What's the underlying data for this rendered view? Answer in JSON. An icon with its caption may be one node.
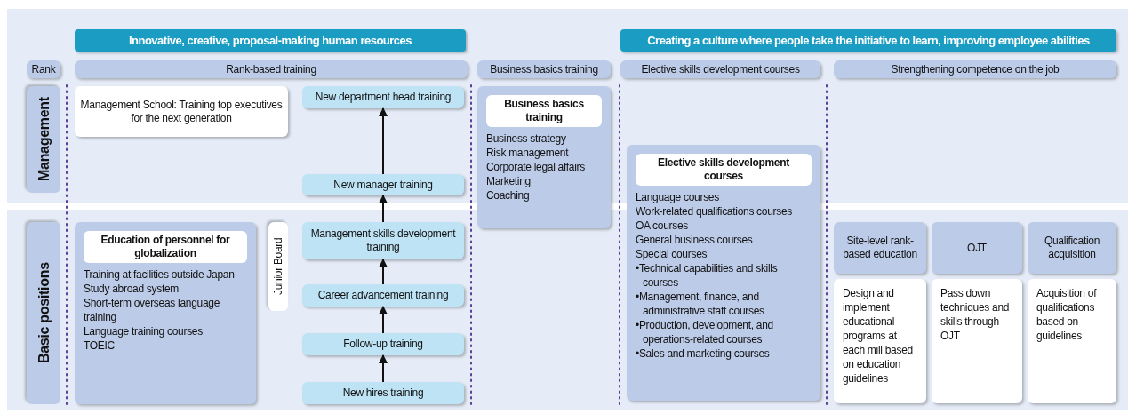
{
  "diagram": {
    "nodes": [
      {
        "text": [
          "Innovative, creative, proposal-making human resources"
        ]
      },
      {
        "text": [
          "Creating a culture where people take the initiative to learn, improving employee abilities"
        ]
      },
      {
        "text": [
          "Rank"
        ]
      },
      {
        "text": [
          "Rank-based training"
        ]
      },
      {
        "text": [
          "Business basics training"
        ]
      },
      {
        "text": [
          "Elective skills development courses"
        ]
      },
      {
        "text": [
          "Strengthening competence on the job"
        ]
      },
      {
        "text": [
          "Management"
        ]
      },
      {
        "text": [
          "Basic positions"
        ]
      },
      {
        "text": [
          "Management School: Training top executives for the next generation"
        ]
      },
      {
        "text": [
          "New department head training"
        ]
      },
      {
        "text": [
          "New manager training"
        ]
      },
      {
        "text": [
          "Management skills development training"
        ]
      },
      {
        "text": [
          "Career advancement training"
        ]
      },
      {
        "text": [
          "Follow-up training"
        ]
      },
      {
        "text": [
          "New hires training"
        ]
      },
      {
        "text": [
          "Junior Board"
        ]
      },
      {
        "text": [
          "Education of personnel for globalization",
          "Training at facilities outside Japan",
          "Study abroad system",
          "Short-term overseas language training",
          "Language training courses",
          "TOEIC"
        ]
      },
      {
        "text": [
          "Business basics training",
          "Business strategy",
          "Risk management",
          "Corporate legal affairs",
          "Marketing",
          "Coaching"
        ]
      },
      {
        "text": [
          "Elective skills development courses",
          "Language courses",
          "Work-related qualifications courses",
          "OA courses",
          "General business courses",
          "Special courses",
          "•Technical capabilities and skills courses",
          "•Management, finance, and administrative staff courses",
          "•Production, development, and operations-related courses",
          "•Sales and marketing courses"
        ]
      },
      {
        "text": [
          "Site-level rank-based education"
        ]
      },
      {
        "text": [
          "OJT"
        ]
      },
      {
        "text": [
          "Qualification acquisition"
        ]
      },
      {
        "text": [
          "Design and implement educational programs at each mill based on education guidelines"
        ]
      },
      {
        "text": [
          "Pass down techniques and skills through OJT"
        ]
      },
      {
        "text": [
          "Acquisition of qualifications based on guidelines"
        ]
      }
    ],
    "edges": [
      {
        "from": 15,
        "to": 14,
        "arrow": "to"
      },
      {
        "from": 14,
        "to": 13,
        "arrow": "to"
      },
      {
        "from": 13,
        "to": 12,
        "arrow": "to"
      },
      {
        "from": 12,
        "to": 11,
        "arrow": "to"
      },
      {
        "from": 11,
        "to": 10,
        "arrow": "to"
      }
    ]
  }
}
